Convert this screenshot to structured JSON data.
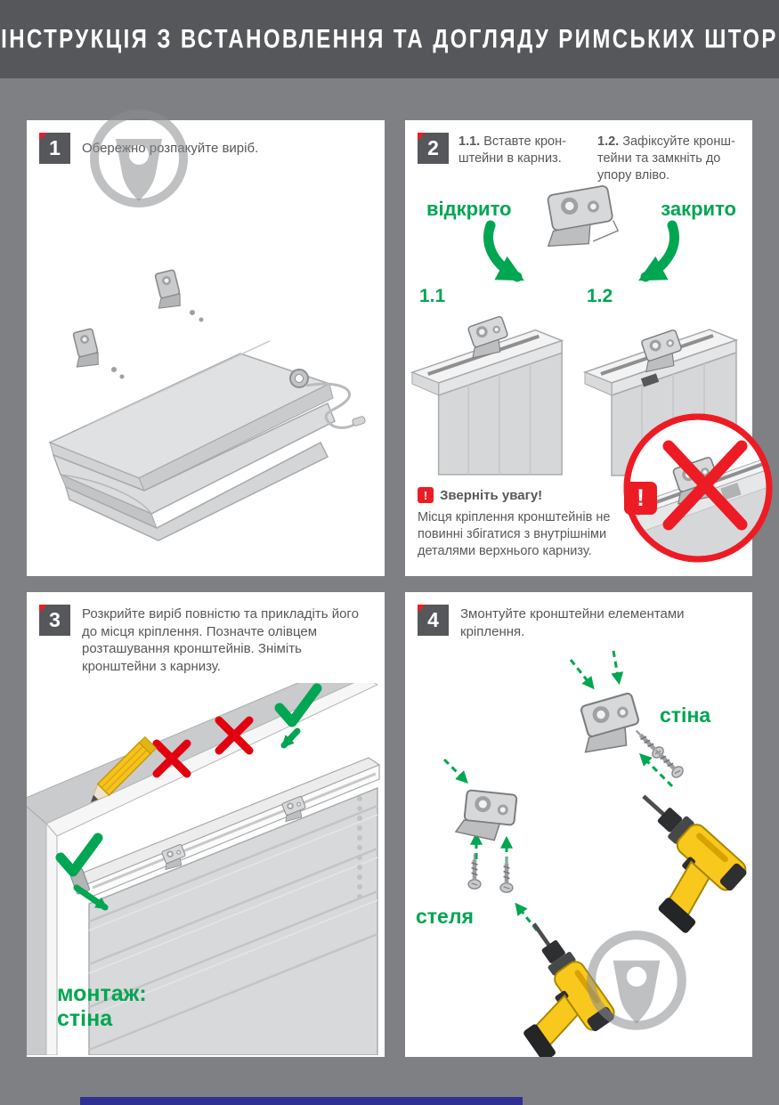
{
  "page": {
    "title": "ІНСТРУКЦІЯ З ВСТАНОВЛЕННЯ ТА ДОГЛЯДУ РИМСЬКИХ ШТОР"
  },
  "colors": {
    "background": "#7e8083",
    "header": "#55575a",
    "panel": "#ffffff",
    "text": "#57585a",
    "accent_green": "#00a651",
    "accent_red": "#ed1c24",
    "footer_strip": "#2e3192"
  },
  "icons": {
    "warning_mark": "!",
    "check_mark": "✓",
    "cross_mark": "✗"
  },
  "steps": {
    "step1": {
      "number": "1",
      "text": "Обережно розпакуйте виріб."
    },
    "step2": {
      "number": "2",
      "item1_num": "1.1.",
      "item1_text": "Вставте крон-штейни в карниз.",
      "item2_num": "1.2.",
      "item2_text": "Зафіксуйте кронш-тейни та замкніть до упору вліво.",
      "label_open": "відкрито",
      "label_closed": "закрито",
      "sub1_label": "1.1",
      "sub2_label": "1.2",
      "warning_title": "Зверніть увагу!",
      "warning_text": "Місця кріплення кронштейнів не повинні збігатися з внутрішніми деталями верхнього карнизу."
    },
    "step3": {
      "number": "3",
      "text": "Розкрийте виріб повністю та прикладіть його до місця кріплення. Позначте олівцем розташування кронштейнів. Зніміть кронштейни з карнизу.",
      "caption_line1": "монтаж:",
      "caption_line2": "стіна"
    },
    "step4": {
      "number": "4",
      "text": "Змонтуйте кронштейни елементами кріплення.",
      "label_wall": "стіна",
      "label_ceiling": "стеля"
    }
  }
}
